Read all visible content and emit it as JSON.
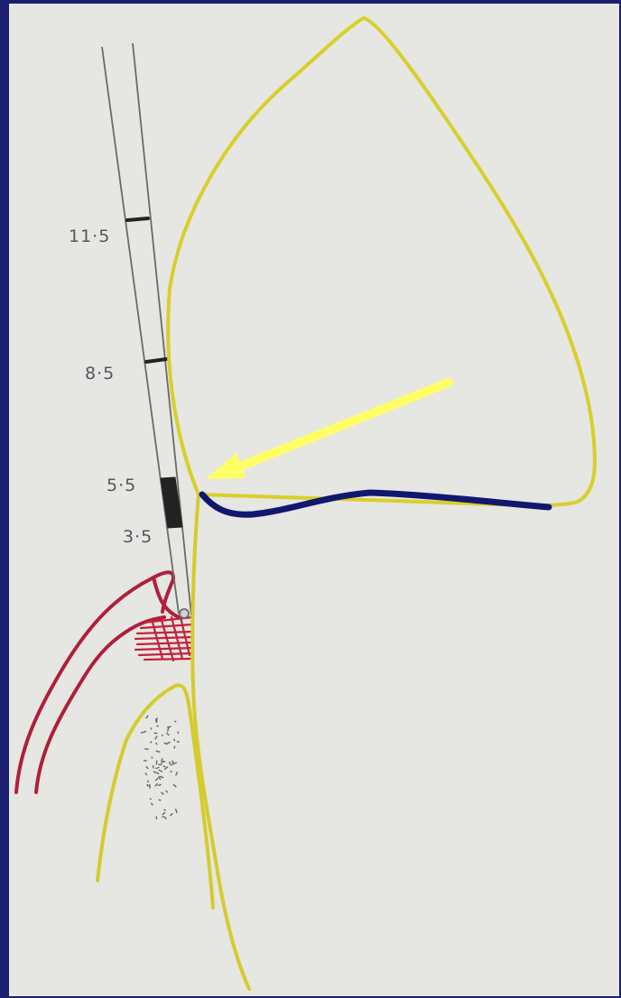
{
  "colors": {
    "frame": "#1a1f6e",
    "paper": "#e6e6e3",
    "crown_outline": "#d8cf2a",
    "root_outline": "#d4cc2e",
    "gum_red": "#b01f3a",
    "fibers_red": "#c4213c",
    "cej_line": "#12176e",
    "arrow": "#ffff66",
    "probe": "#6a6a6a",
    "stipple": "#666666"
  },
  "probe": {
    "labels": [
      {
        "id": "mark-11-5",
        "text": "11·5"
      },
      {
        "id": "mark-8-5",
        "text": "8·5"
      },
      {
        "id": "mark-5-5",
        "text": "5·5"
      },
      {
        "id": "mark-3-5",
        "text": "3·5"
      }
    ]
  },
  "icons": {
    "arrow": "arrow-pointing-to-cej",
    "probe": "periodontal-probe",
    "bone": "alveolar-bone-stipple"
  }
}
